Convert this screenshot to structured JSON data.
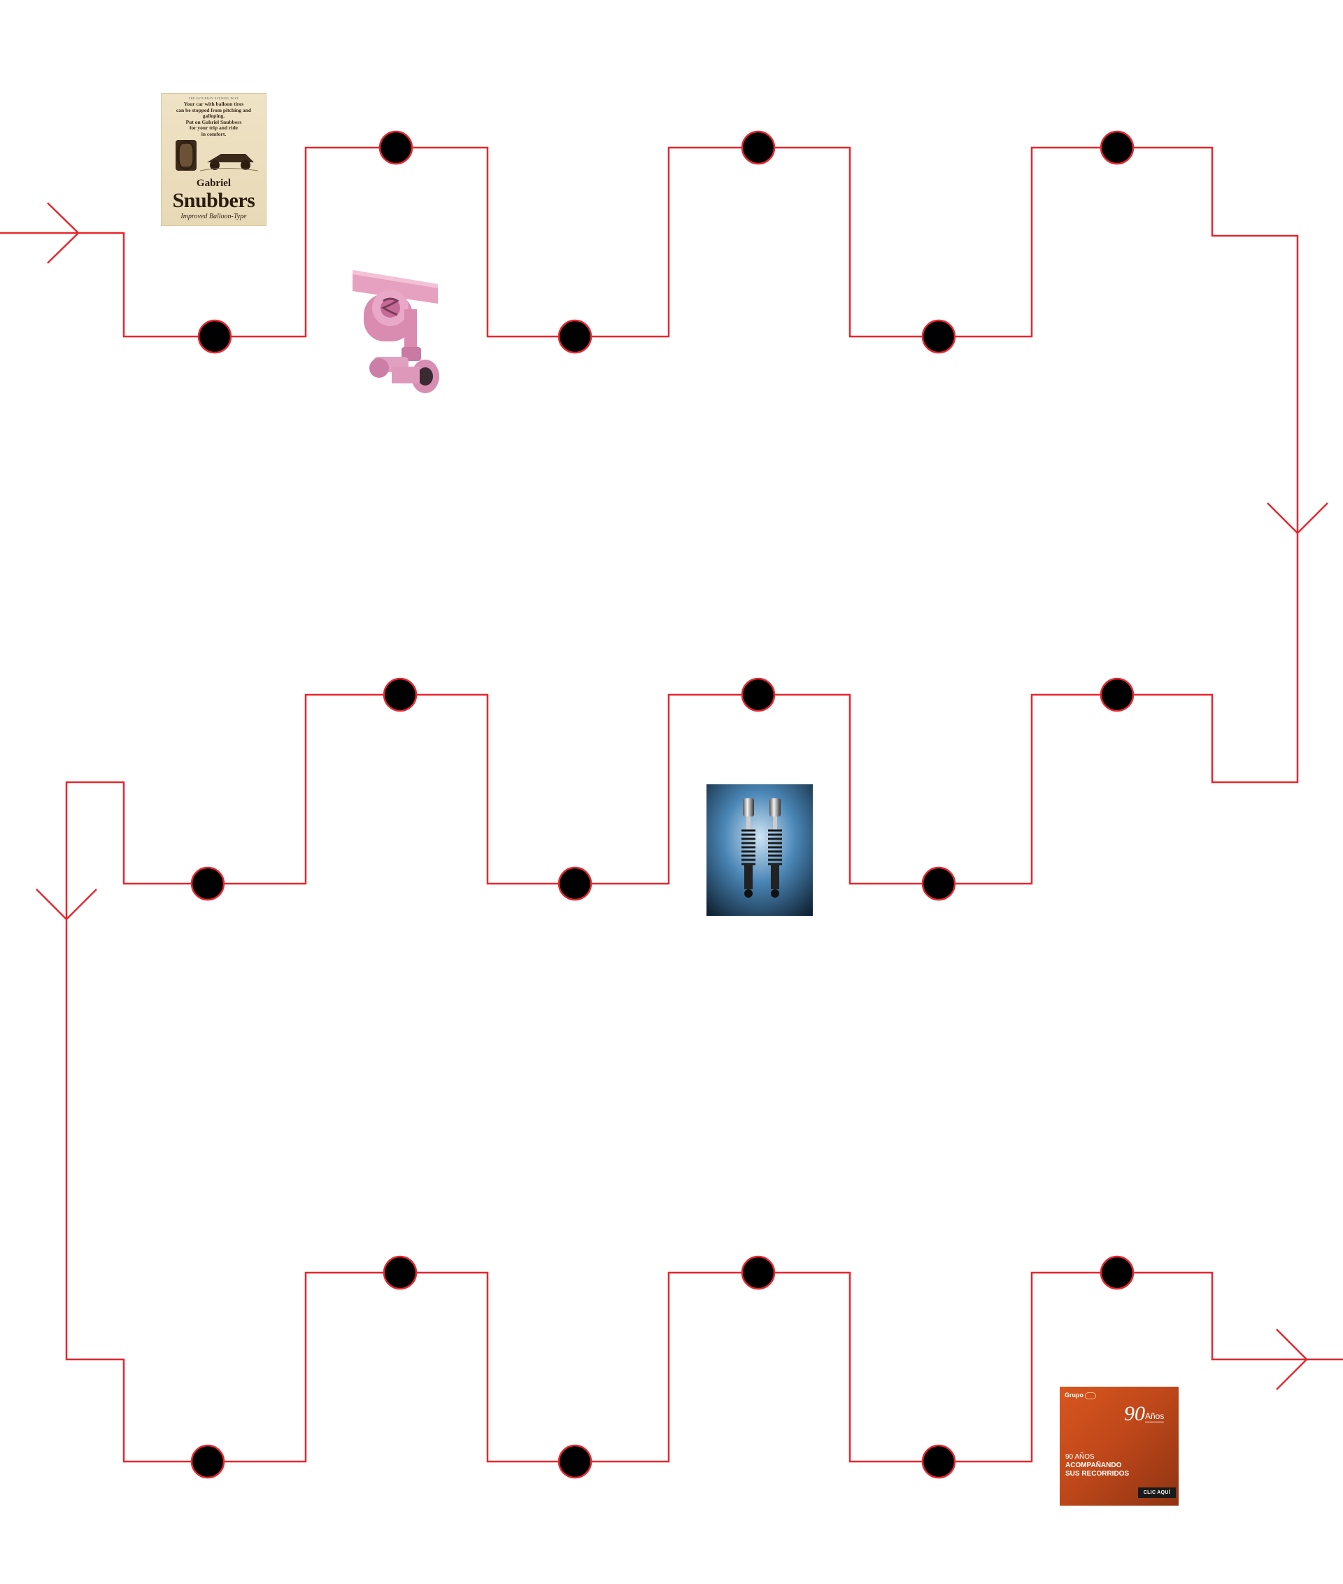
{
  "colors": {
    "path": "#e8272e",
    "node_fill": "#000000",
    "background": "#ffffff"
  },
  "timeline": {
    "node_count": 18,
    "arrow_icons": [
      "arrow-right-icon",
      "arrow-down-icon",
      "arrow-down-icon",
      "arrow-right-icon"
    ]
  },
  "ad_snubbers": {
    "top_line": "THE SATURDAY EVENING POST",
    "headline_lines": [
      "Your car with balloon tires",
      "can be stopped from pitching and galloping.",
      "Put on Gabriel Snubbers",
      "for your trip and ride",
      "in comfort."
    ],
    "brand_line1": "Gabriel",
    "brand_line2": "Snubbers",
    "brand_line3": "Improved Balloon-Type"
  },
  "banner": {
    "logo": "Grupo",
    "number": "90",
    "years": "Años",
    "line1": "90 AÑOS",
    "line2": "ACOMPAÑANDO",
    "line3": "SUS RECORRIDOS",
    "cta": "CLIC AQUÍ"
  }
}
